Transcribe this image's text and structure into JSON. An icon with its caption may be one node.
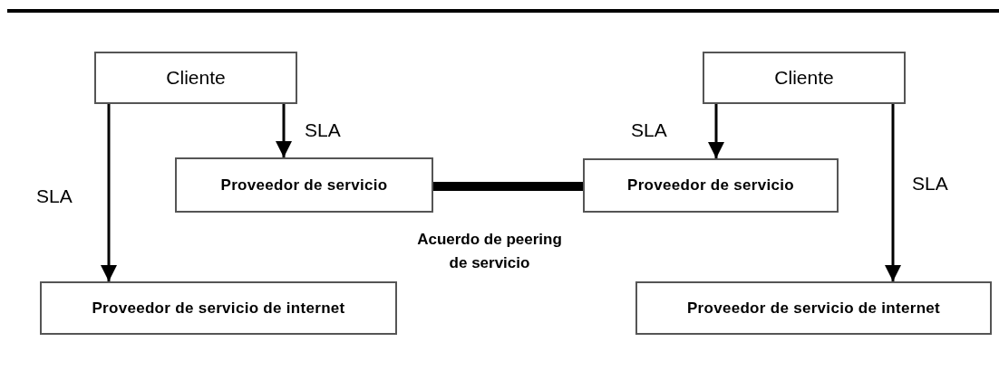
{
  "diagram": {
    "nodes": [
      {
        "text": [
          "Cliente"
        ]
      },
      {
        "text": [
          "Proveedor de servicio"
        ]
      },
      {
        "text": [
          "Proveedor de servicio de internet"
        ]
      },
      {
        "text": [
          "Cliente"
        ]
      },
      {
        "text": [
          "Proveedor de servicio"
        ]
      },
      {
        "text": [
          "Proveedor de servicio de internet"
        ]
      }
    ],
    "edges": [
      {
        "from": 0,
        "to": 2,
        "arrow": "to",
        "label": "SLA"
      },
      {
        "from": 0,
        "to": 1,
        "arrow": "to",
        "label": "SLA"
      },
      {
        "from": 1,
        "to": 4,
        "arrow": "none",
        "label": "Acuerdo de peering de servicio",
        "style": "thick"
      },
      {
        "from": 3,
        "to": 4,
        "arrow": "to",
        "label": "SLA"
      },
      {
        "from": 3,
        "to": 5,
        "arrow": "to",
        "label": "SLA"
      }
    ]
  }
}
